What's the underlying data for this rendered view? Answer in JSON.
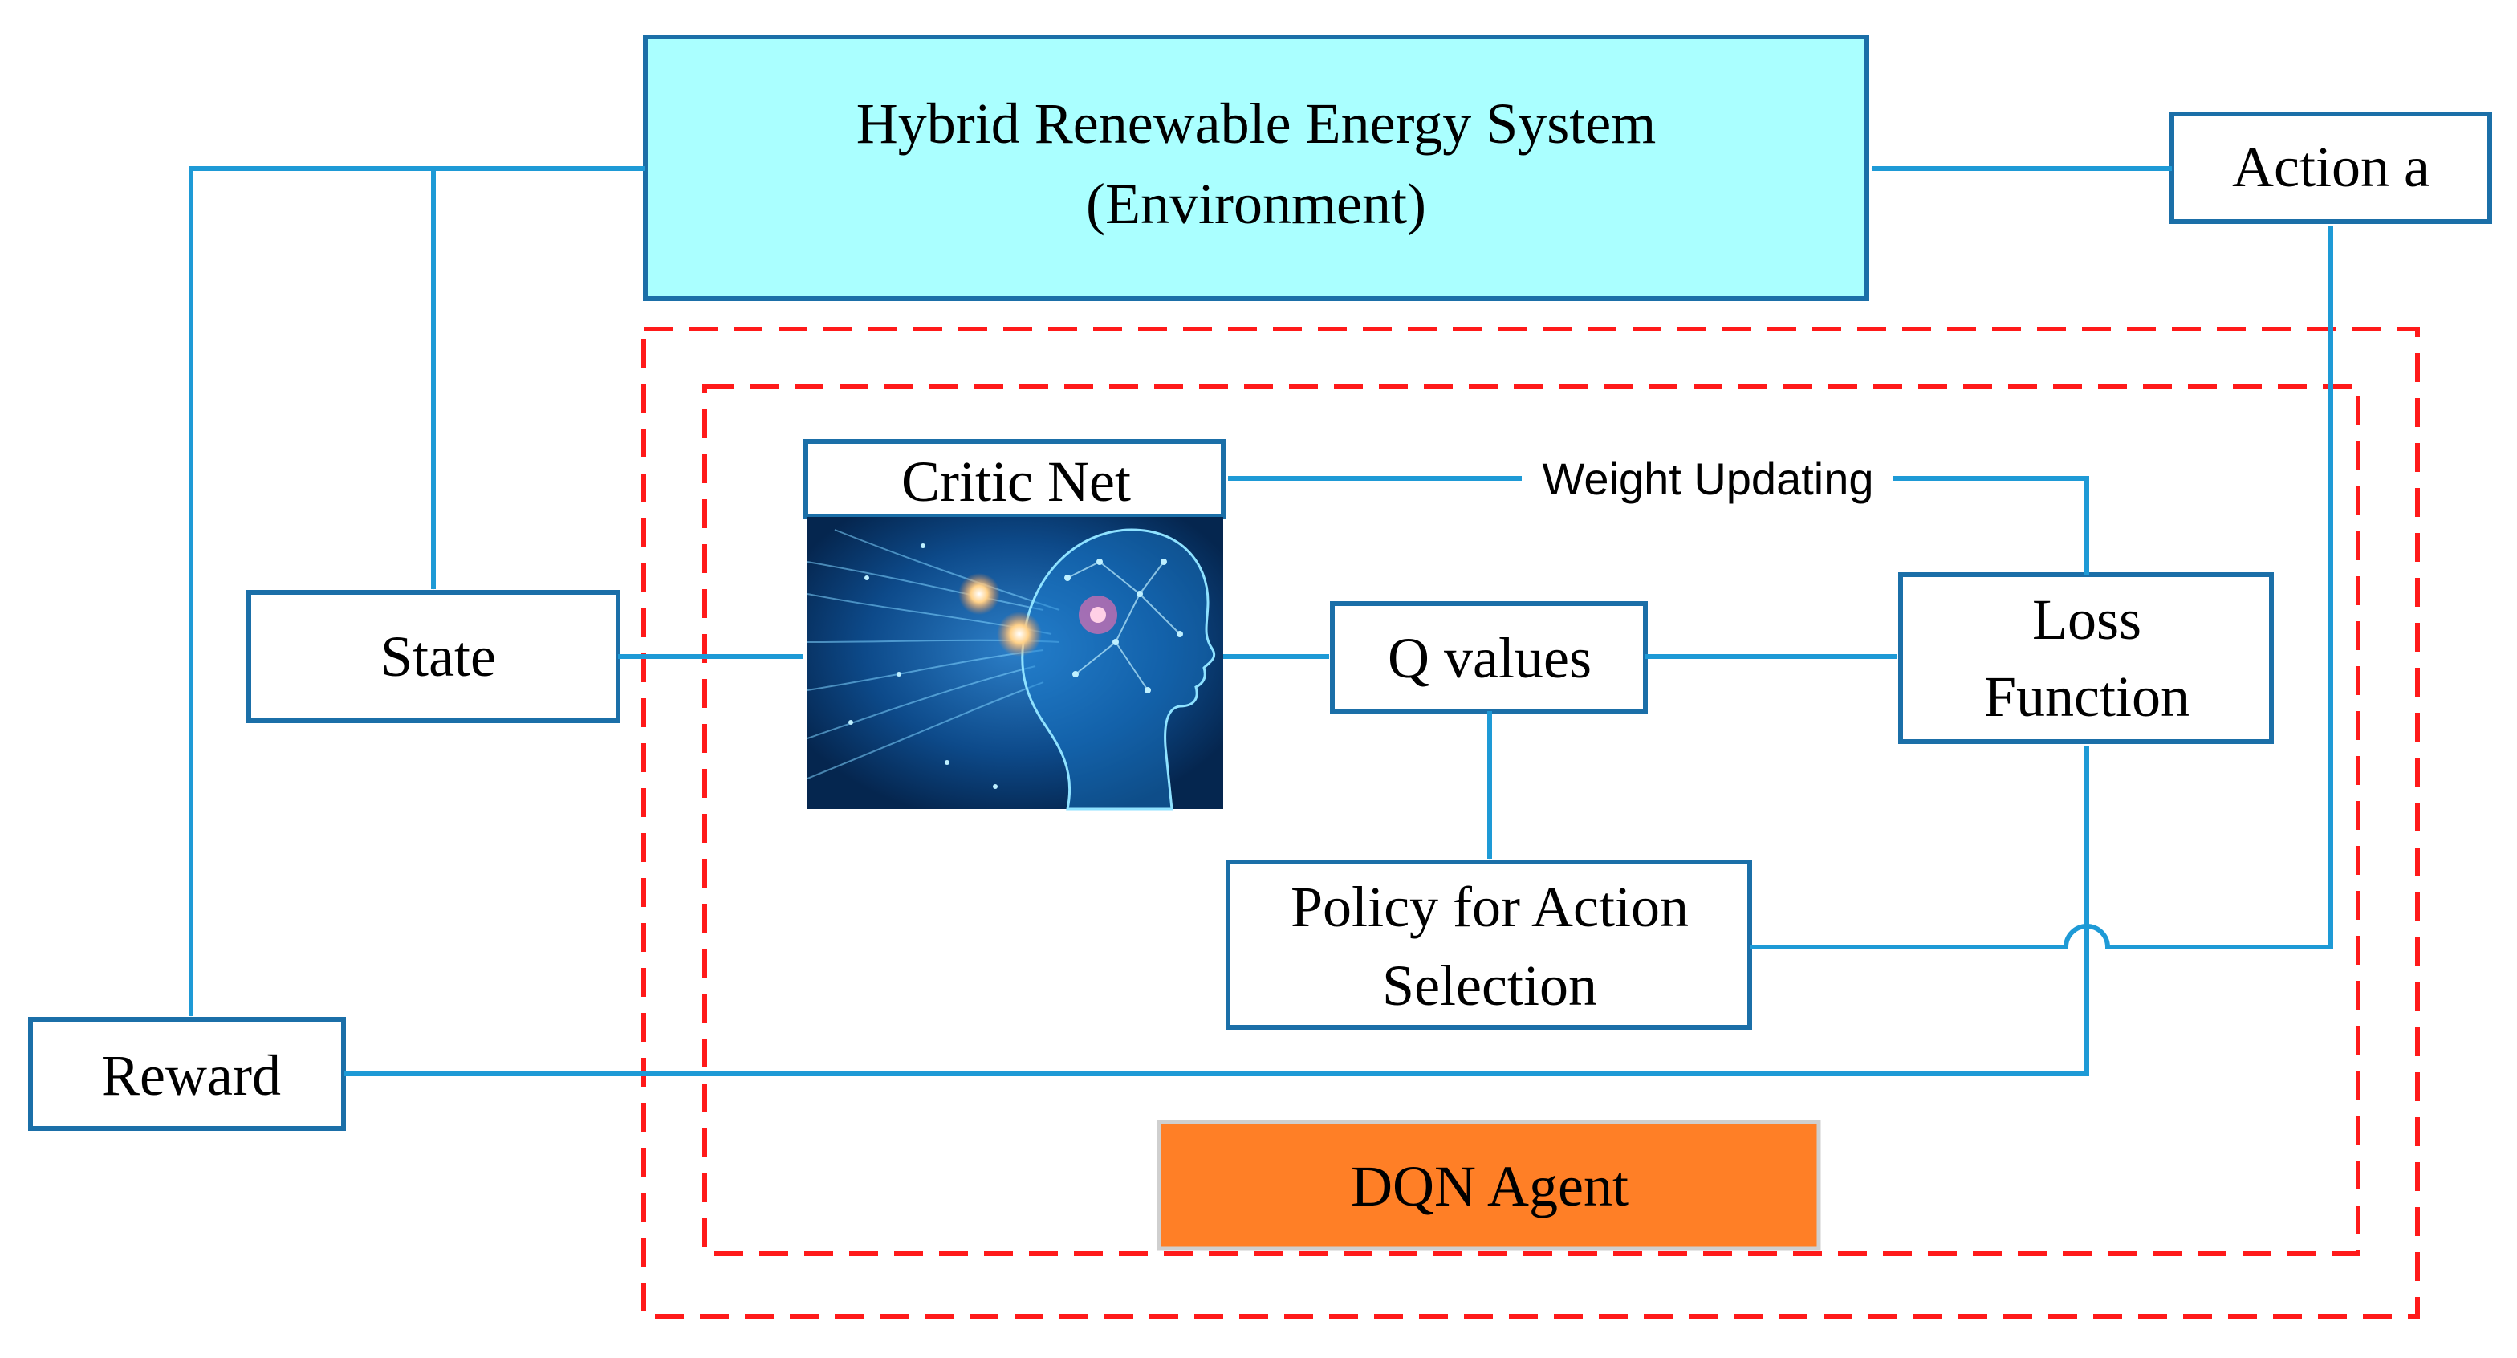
{
  "environment": {
    "title_line1": "Hybrid Renewable Energy System",
    "title_line2": "(Environment)"
  },
  "action_label": "Action a",
  "state_label": "State",
  "reward_label": "Reward",
  "critic_net_label": "Critic Net",
  "weight_updating_label": "Weight Updating",
  "q_values_label": "Q values",
  "loss_function": {
    "line1": "Loss",
    "line2": "Function"
  },
  "policy": {
    "line1": "Policy for Action",
    "line2": "Selection"
  },
  "agent_label": "DQN Agent",
  "colors": {
    "line": "#1e9ad6",
    "box_border": "#1b6fa8",
    "environment_fill": "#aaffff",
    "agent_fill": "#ff7f26",
    "dashed_border": "#ff1a1a",
    "brain_background": "#0a3a6e"
  },
  "icons": [
    "ai-head-image"
  ]
}
